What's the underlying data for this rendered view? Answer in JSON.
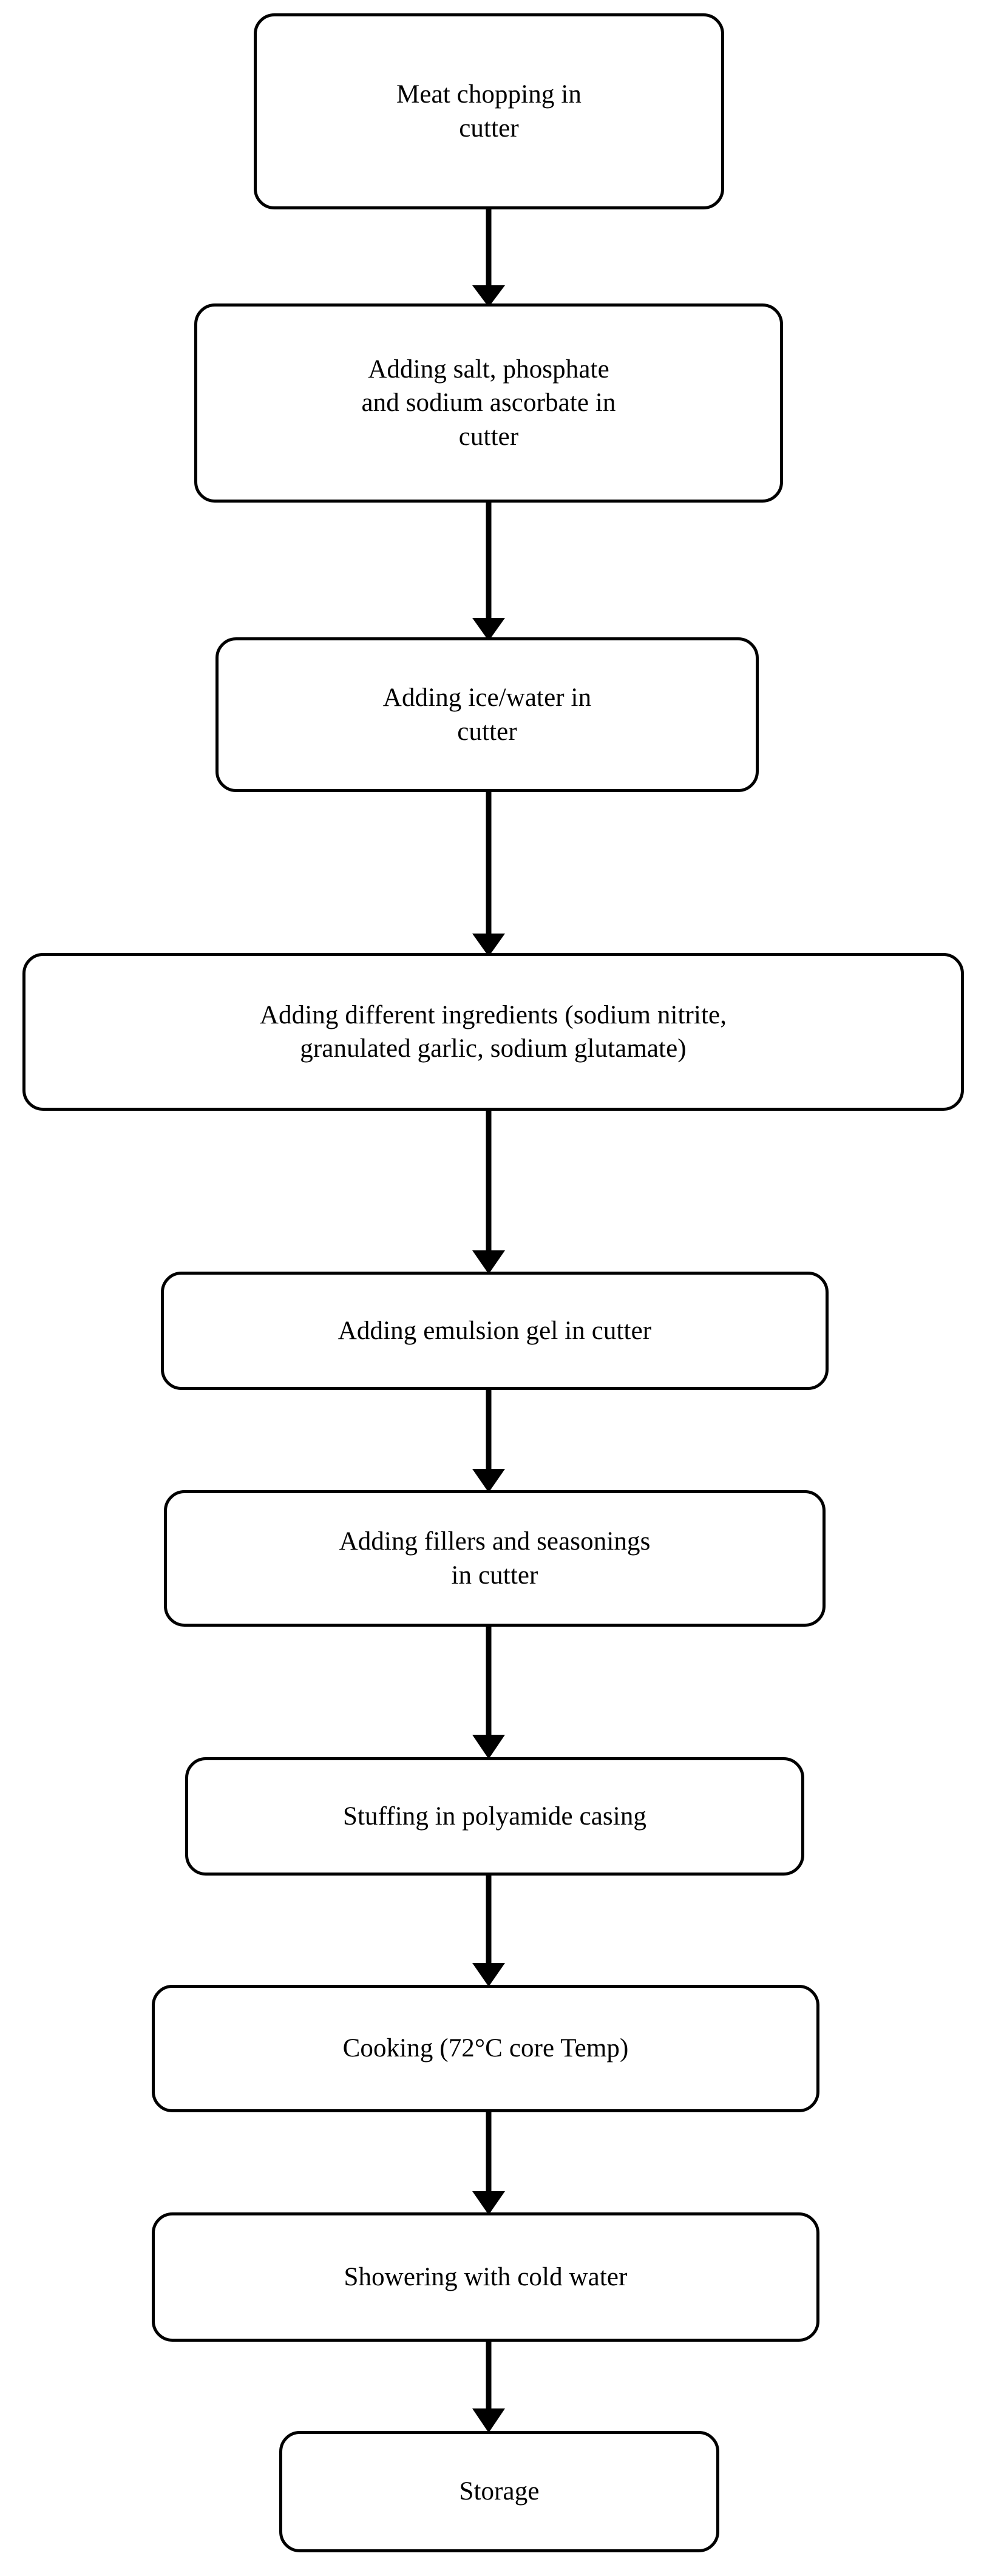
{
  "diagram": {
    "title": "Meat product (sausage) manufacturing process flowchart",
    "orientation": "vertical-top-to-bottom",
    "colors": {
      "background": "#ffffff",
      "node_border": "#000000",
      "node_fill": "#ffffff",
      "connector": "#000000",
      "text": "#000000"
    },
    "nodes": [
      {
        "id": "meat-chopping",
        "label": "Meat chopping in\ncutter",
        "shape": "rounded-rectangle"
      },
      {
        "id": "adding-salt",
        "label": "Adding salt, phosphate\nand sodium ascorbate in\ncutter",
        "shape": "rounded-rectangle"
      },
      {
        "id": "adding-ice-water",
        "label": "Adding ice/water in\ncutter",
        "shape": "rounded-rectangle"
      },
      {
        "id": "adding-ingredients",
        "label": "Adding different ingredients (sodium nitrite,\ngranulated garlic, sodium glutamate)",
        "shape": "rounded-rectangle"
      },
      {
        "id": "adding-emulsion-gel",
        "label": "Adding  emulsion gel in cutter",
        "shape": "rounded-rectangle"
      },
      {
        "id": "adding-fillers",
        "label": "Adding fillers and seasonings\nin cutter",
        "shape": "rounded-rectangle"
      },
      {
        "id": "stuffing",
        "label": "Stuffing in polyamide casing",
        "shape": "rounded-rectangle"
      },
      {
        "id": "cooking",
        "label": "Cooking (72°C core Temp)",
        "shape": "rounded-rectangle"
      },
      {
        "id": "showering",
        "label": "Showering with cold water",
        "shape": "rounded-rectangle"
      },
      {
        "id": "storage",
        "label": "Storage",
        "shape": "rounded-rectangle"
      }
    ],
    "connectors": [
      {
        "from": "meat-chopping",
        "to": "adding-salt",
        "type": "arrow-down"
      },
      {
        "from": "adding-salt",
        "to": "adding-ice-water",
        "type": "arrow-down"
      },
      {
        "from": "adding-ice-water",
        "to": "adding-ingredients",
        "type": "arrow-down"
      },
      {
        "from": "adding-ingredients",
        "to": "adding-emulsion-gel",
        "type": "arrow-down"
      },
      {
        "from": "adding-emulsion-gel",
        "to": "adding-fillers",
        "type": "arrow-down"
      },
      {
        "from": "adding-fillers",
        "to": "stuffing",
        "type": "arrow-down"
      },
      {
        "from": "stuffing",
        "to": "cooking",
        "type": "arrow-down"
      },
      {
        "from": "cooking",
        "to": "showering",
        "type": "arrow-down"
      },
      {
        "from": "showering",
        "to": "storage",
        "type": "arrow-down"
      }
    ]
  }
}
